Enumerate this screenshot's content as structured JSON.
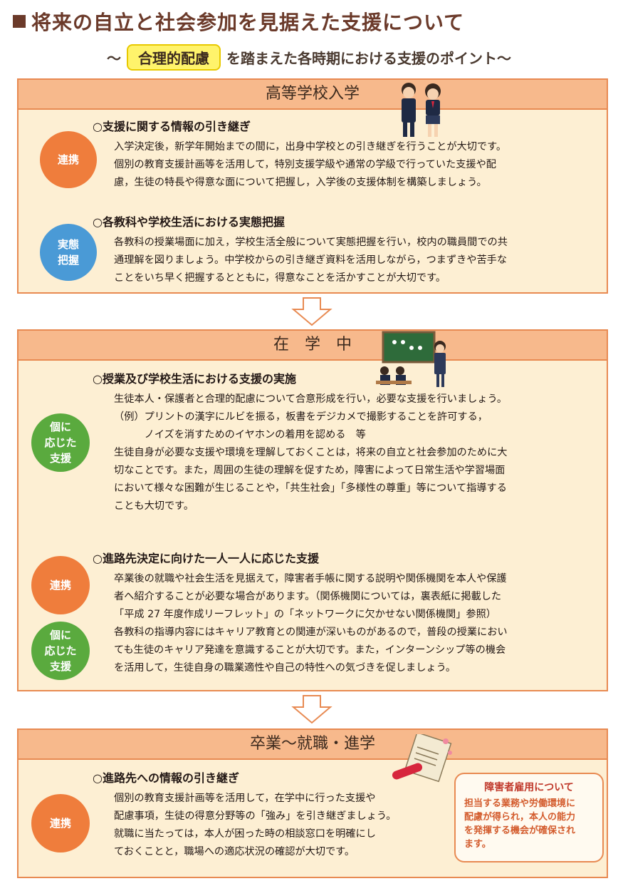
{
  "title": "将来の自立と社会参加を見据えた支援について",
  "subtitle": {
    "prefix": "～",
    "highlight": "合理的配慮",
    "suffix": "を踏まえた各時期における支援のポイント～"
  },
  "sections": [
    {
      "heading": "高等学校入学",
      "blocks": [
        {
          "badge": "連携",
          "heading": "○支援に関する情報の引き継ぎ",
          "lines": [
            "入学決定後，新学年開始までの間に，出身中学校との引き継ぎを行うことが大切です。",
            "個別の教育支援計画等を活用して，特別支援学級や通常の学級で行っていた支援や配",
            "慮，生徒の特長や得意な面について把握し，入学後の支援体制を構築しましょう。"
          ]
        },
        {
          "badge_lines": [
            "実態",
            "把握"
          ],
          "heading": "○各教科や学校生活における実態把握",
          "lines": [
            "各教科の授業場面に加え，学校生活全般について実態把握を行い，校内の職員間での共",
            "通理解を図りましょう。中学校からの引き継ぎ資料を活用しながら，つまずきや苦手な",
            "ことをいち早く把握するとともに，得意なことを活かすことが大切です。"
          ]
        }
      ]
    },
    {
      "heading": "在　学　中",
      "blocks": [
        {
          "badge_lines": [
            "個に",
            "応じた",
            "支援"
          ],
          "heading": "○授業及び学校生活における支援の実施",
          "lines": [
            "生徒本人・保護者と合理的配慮について合意形成を行い，必要な支援を行いましょう。",
            "（例）プリントの漢字にルビを振る，板書をデジカメで撮影することを許可する，",
            "　　　ノイズを消すためのイヤホンの着用を認める　等",
            "生徒自身が必要な支援や環境を理解しておくことは，将来の自立と社会参加のために大",
            "切なことです。また，周囲の生徒の理解を促すため，障害によって日常生活や学習場面",
            "において様々な困難が生じることや，「共生社会」「多様性の尊重」等について指導する",
            "ことも大切です。"
          ]
        },
        {
          "badge": "連携",
          "badge2_lines": [
            "個に",
            "応じた",
            "支援"
          ],
          "heading": "○進路先決定に向けた一人一人に応じた支援",
          "lines": [
            "卒業後の就職や社会生活を見据えて，障害者手帳に関する説明や関係機関を本人や保護",
            "者へ紹介することが必要な場合があります。（関係機関については，裏表紙に掲載した",
            "「平成 27 年度作成リーフレット」の「ネットワークに欠かせない関係機関」参照）",
            "各教科の指導内容にはキャリア教育との関連が深いものがあるので，普段の授業におい",
            "ても生徒のキャリア発達を意識することが大切です。また，インターンシップ等の機会",
            "を活用して，生徒自身の職業適性や自己の特性への気づきを促しましょう。"
          ]
        }
      ]
    },
    {
      "heading": "卒業～就職・進学",
      "blocks": [
        {
          "badge": "連携",
          "heading": "○進路先への情報の引き継ぎ",
          "lines": [
            "個別の教育支援計画等を活用して，在学中に行った支援や",
            "配慮事項，生徒の得意分野等の「強み」を引き継ぎましょう。",
            "就職に当たっては，本人が困った時の相談窓口を明確にし",
            "ておくことと，職場への適応状況の確認が大切です。"
          ]
        }
      ],
      "note": {
        "title": "障害者雇用について",
        "lines": [
          "担当する業務や労働環境に",
          "配慮が得られ，本人の能力",
          "を発揮する機会が確保され",
          "ます。"
        ]
      }
    }
  ],
  "colors": {
    "section_bg": "#fdefd3",
    "section_header": "#f7b98c",
    "border": "#e88a52",
    "badge_orange": "#ef7d3c",
    "badge_blue": "#4a9ad6",
    "badge_green": "#5aaa3e",
    "title": "#6b3a2a",
    "highlight": "#fff36b"
  }
}
